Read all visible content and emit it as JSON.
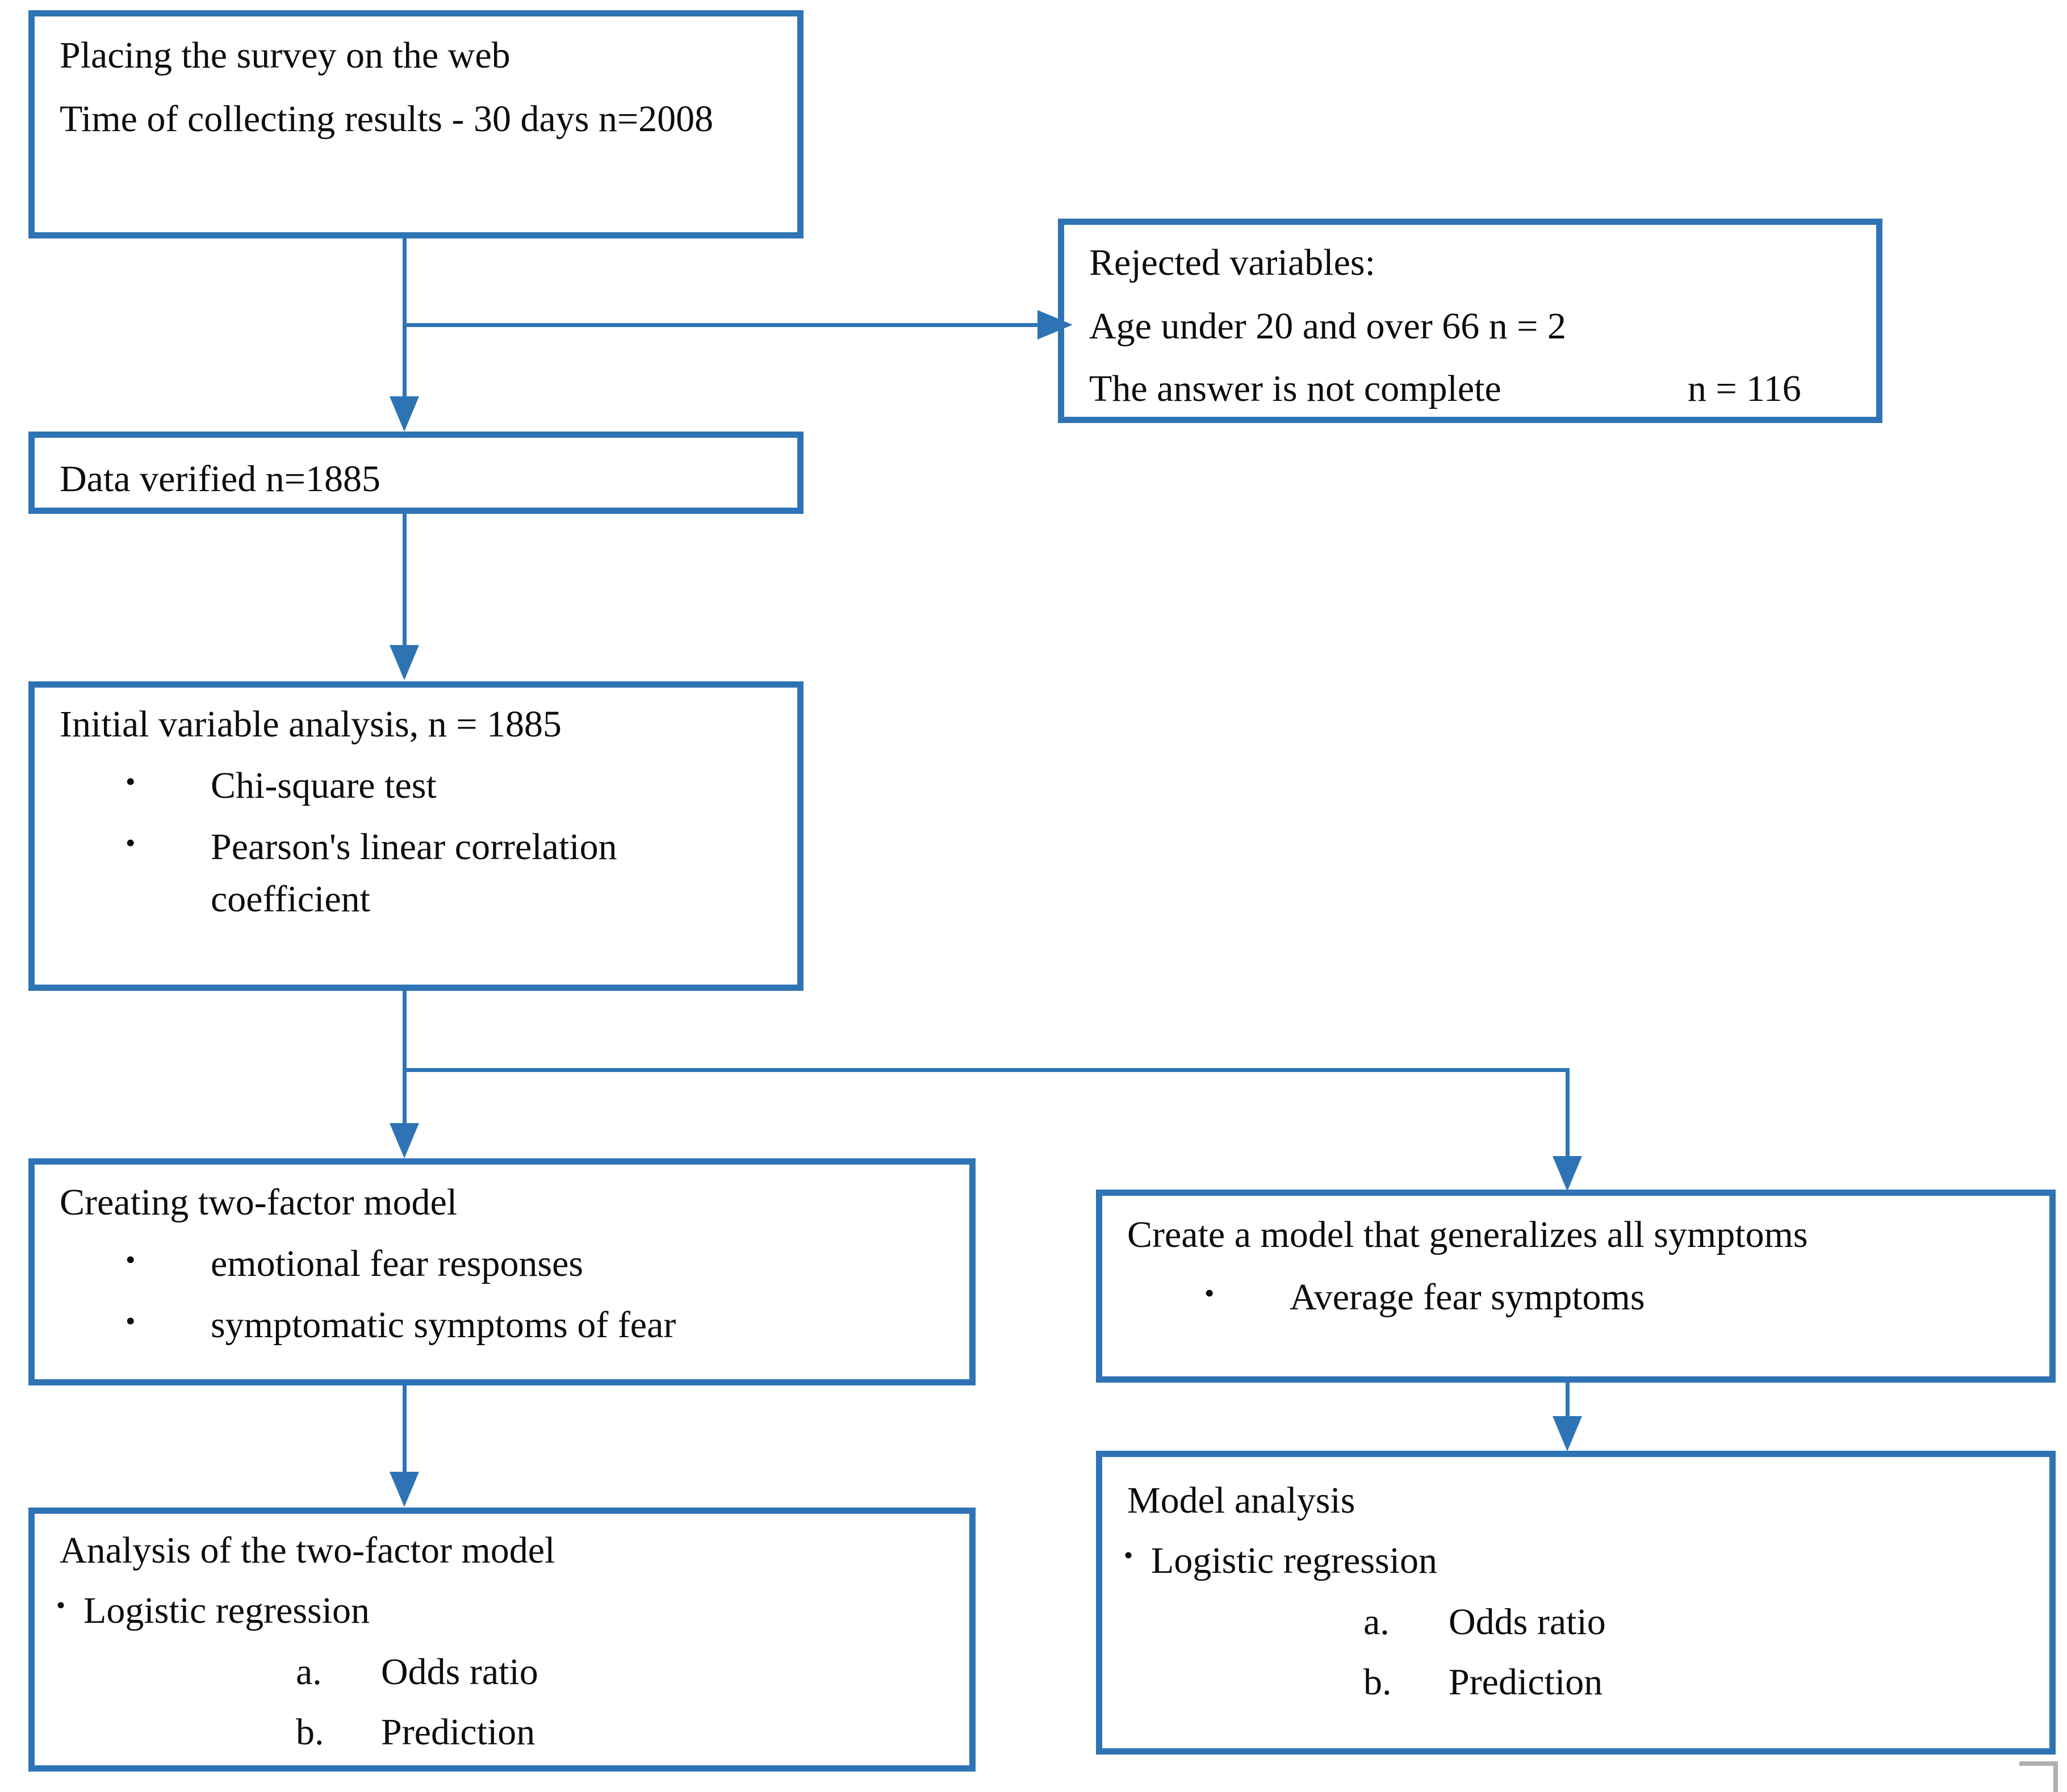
{
  "diagram": {
    "type": "flowchart",
    "title": "Study methodology flowchart",
    "accent_color": "#2e74b5",
    "text_color": "#0d0d0d",
    "background_color": "#ffffff"
  },
  "nodes": {
    "survey": {
      "line1": "Placing the survey on the web",
      "line2": "Time of collecting results - 30 days n=2008"
    },
    "rejected": {
      "heading": "Rejected variables:",
      "item1": "Age under 20 and over 66 n = 2",
      "item2_label": "The answer is not complete",
      "item2_value": "n = 116"
    },
    "data_verified": {
      "line1": "Data verified n=1885"
    },
    "initial_analysis": {
      "heading": "Initial variable analysis, n = 1885",
      "bullet1": "Chi-square test",
      "bullet2_line1": "Pearson's linear correlation",
      "bullet2_line2": "coefficient"
    },
    "two_factor_model": {
      "heading": "Creating two-factor model",
      "bullet1": "emotional fear responses",
      "bullet2": "symptomatic symptoms  of fear"
    },
    "general_model": {
      "heading": "Create a model that generalizes all symptoms",
      "bullet1": "Average fear symptoms"
    },
    "two_factor_analysis": {
      "heading": "Analysis of the two-factor model",
      "bullet1": "Logistic regression",
      "sub_a_marker": "a.",
      "sub_a": "Odds ratio",
      "sub_b_marker": "b.",
      "sub_b": "Prediction"
    },
    "model_analysis": {
      "heading": "Model analysis",
      "bullet1": "Logistic regression",
      "sub_a_marker": "a.",
      "sub_a": "Odds ratio",
      "sub_b_marker": "b.",
      "sub_b": "Prediction"
    }
  },
  "glyphs": {
    "bullet": "•"
  }
}
